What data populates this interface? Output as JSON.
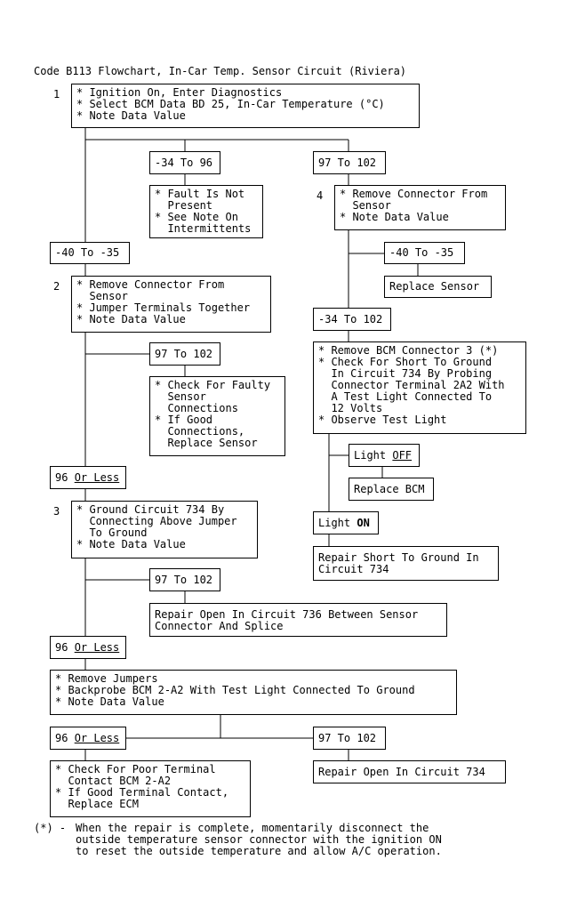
{
  "title": "Code B113 Flowchart, In-Car Temp. Sensor Circuit (Riviera)",
  "steps": {
    "s1": {
      "num": "1",
      "text": "* Ignition On, Enter Diagnostics\n* Select BCM Data BD 25, In-Car Temperature (°C)\n* Note Data Value"
    },
    "s2": {
      "num": "2",
      "text": "* Remove Connector From\n  Sensor\n* Jumper Terminals Together\n* Note Data Value"
    },
    "s3": {
      "num": "3",
      "text": "* Ground Circuit 734 By\n  Connecting Above Jumper\n  To Ground\n* Note Data Value"
    },
    "s4": {
      "num": "4",
      "text": "* Remove Connector From\n  Sensor\n* Note Data Value"
    },
    "s5": {
      "text": "* Remove Jumpers\n* Backprobe BCM 2-A2 With Test Light Connected To Ground\n* Note Data Value"
    },
    "bcm": {
      "text": "* Remove BCM Connector 3 (*)\n* Check For Short To Ground\n  In Circuit 734 By Probing\n  Connector Terminal 2A2 With\n  A Test Light Connected To\n  12 Volts\n* Observe Test Light"
    }
  },
  "values": {
    "v1": "-34 To 96",
    "v2": "97 To 102",
    "v3": "-40 To -35",
    "v4": "-40 To -35",
    "v5": "-34 To 102",
    "v6": "97 To 102",
    "v7_a": "96 ",
    "v7_b": "Or Less",
    "v8": "97 To 102",
    "v9_a": "96 ",
    "v9_b": "Or Less",
    "v10_a": "96 ",
    "v10_b": "Or Less",
    "v11": "97 To 102",
    "light_off_a": "Light ",
    "light_off_b": "OFF",
    "light_on_a": "Light ",
    "light_on_b": "ON"
  },
  "results": {
    "r1": "* Fault Is Not\n  Present\n* See Note On\n  Intermittents",
    "r2": "Replace Sensor",
    "r3": "* Check For Faulty\n  Sensor\n  Connections\n* If Good\n  Connections,\n  Replace Sensor",
    "r4": "Replace BCM",
    "r5": "Repair Short To Ground In\nCircuit 734",
    "r6": "Repair Open In Circuit 736 Between Sensor\nConnector And Splice",
    "r7": "* Check For Poor Terminal\n  Contact BCM 2-A2\n* If Good Terminal Contact,\n  Replace ECM",
    "r8": "Repair Open In Circuit 734"
  },
  "footnote": {
    "mark": "(*) - ",
    "text": "When the repair is complete, momentarily disconnect the\noutside temperature sensor connector with the ignition ON\nto reset the outside temperature and allow A/C operation."
  }
}
